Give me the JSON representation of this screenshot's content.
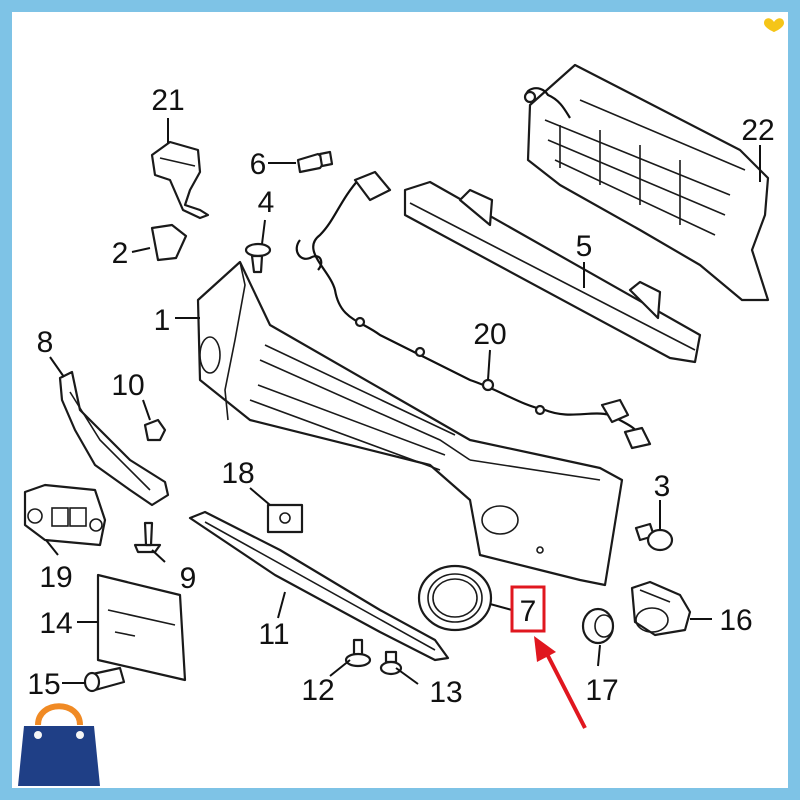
{
  "diagram": {
    "callouts": [
      {
        "id": "1",
        "text": "1"
      },
      {
        "id": "2",
        "text": "2"
      },
      {
        "id": "3",
        "text": "3"
      },
      {
        "id": "4",
        "text": "4"
      },
      {
        "id": "5",
        "text": "5"
      },
      {
        "id": "6",
        "text": "6"
      },
      {
        "id": "7",
        "text": "7"
      },
      {
        "id": "8",
        "text": "8"
      },
      {
        "id": "9",
        "text": "9"
      },
      {
        "id": "10",
        "text": "10"
      },
      {
        "id": "11",
        "text": "11"
      },
      {
        "id": "12",
        "text": "12"
      },
      {
        "id": "13",
        "text": "13"
      },
      {
        "id": "14",
        "text": "14"
      },
      {
        "id": "15",
        "text": "15"
      },
      {
        "id": "16",
        "text": "16"
      },
      {
        "id": "17",
        "text": "17"
      },
      {
        "id": "18",
        "text": "18"
      },
      {
        "id": "19",
        "text": "19"
      },
      {
        "id": "20",
        "text": "20"
      },
      {
        "id": "21",
        "text": "21"
      },
      {
        "id": "22",
        "text": "22"
      }
    ],
    "highlighted_part": "7",
    "colors": {
      "frame": "#7ec3e6",
      "highlight": "#e0171f",
      "badge": "#1f3f86",
      "badge_handle": "#f08a24",
      "heart": "#f5c518"
    }
  }
}
